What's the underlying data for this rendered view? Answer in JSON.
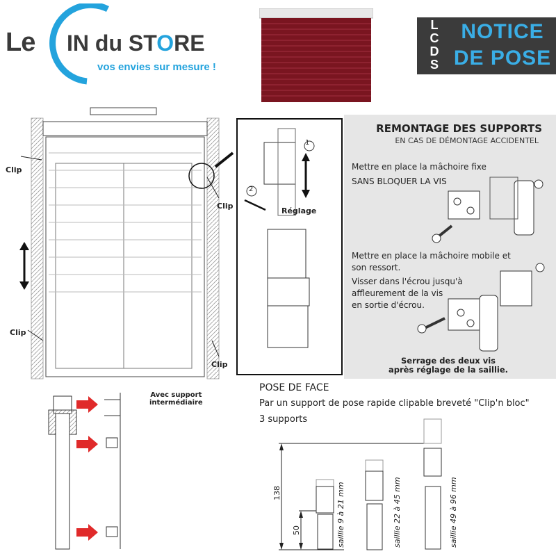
{
  "logo": {
    "le": "Le",
    "main_o": "O",
    "main_rest": "IN du ST",
    "main_o2": "O",
    "main_end": "RE",
    "tagline": "vos envies sur mesure !"
  },
  "badge": {
    "letters": [
      "L",
      "C",
      "D",
      "S"
    ],
    "line1": "NOTICE",
    "line2": "DE POSE"
  },
  "left_diagram": {
    "clip_labels": [
      "Clip",
      "Clip",
      "Clip",
      "Clip"
    ]
  },
  "detail": {
    "marker1": "1",
    "marker2": "2",
    "reglage": "Réglage"
  },
  "panel": {
    "title": "REMONTAGE DES SUPPORTS",
    "subtitle": "EN CAS DE DÉMONTAGE ACCIDENTEL",
    "step1_line1": "Mettre en place la mâchoire fixe",
    "step1_line2": "SANS BLOQUER LA VIS",
    "step2_line1": "Mettre en place la mâchoire mobile et",
    "step2_line2": "son ressort.",
    "step3_line1": "Visser dans l'écrou jusqu'à",
    "step3_line2": "affleurement de la vis",
    "step3_line3": "en sortie d'écrou.",
    "footer_line1": "Serrage des deux vis",
    "footer_line2": "après réglage de la saillie."
  },
  "support_diagram": {
    "label_line1": "Avec support",
    "label_line2": "intermédiaire",
    "arrow_color": "#e02a2a"
  },
  "pose": {
    "title": "POSE DE FACE",
    "description": "Par un support de pose rapide clipable breveté \"Clip'n bloc\"",
    "count": "3 supports",
    "dim_total": "138",
    "dim_low": "50",
    "saillies": [
      "saillie 9 à 21 mm",
      "saillie 22 à 45 mm",
      "saillie 49 à 96 mm"
    ]
  }
}
